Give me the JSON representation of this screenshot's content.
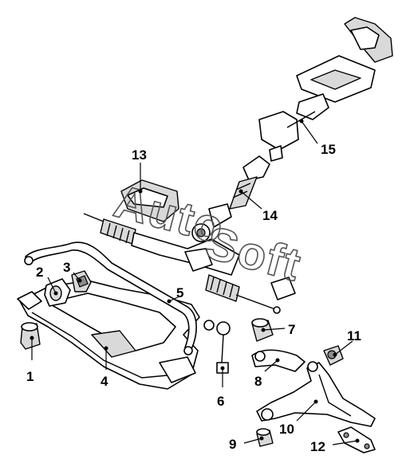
{
  "watermark": {
    "word1": "Auto",
    "word2": "Soft"
  },
  "callouts": [
    {
      "id": "1",
      "label": "1"
    },
    {
      "id": "2",
      "label": "2"
    },
    {
      "id": "3",
      "label": "3"
    },
    {
      "id": "4",
      "label": "4"
    },
    {
      "id": "5",
      "label": "5"
    },
    {
      "id": "6",
      "label": "6"
    },
    {
      "id": "7",
      "label": "7"
    },
    {
      "id": "8",
      "label": "8"
    },
    {
      "id": "9",
      "label": "9"
    },
    {
      "id": "10",
      "label": "10"
    },
    {
      "id": "11",
      "label": "11"
    },
    {
      "id": "12",
      "label": "12"
    },
    {
      "id": "13",
      "label": "13"
    },
    {
      "id": "14",
      "label": "14"
    },
    {
      "id": "15",
      "label": "15"
    }
  ]
}
